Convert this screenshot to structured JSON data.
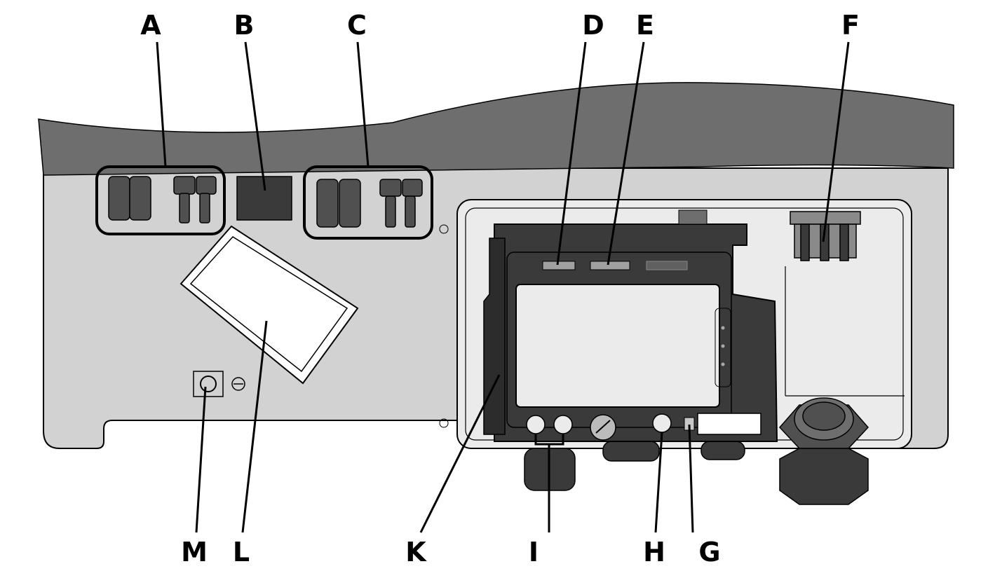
{
  "labels": {
    "a": "A",
    "b": "B",
    "c": "C",
    "d": "D",
    "e": "E",
    "f": "F",
    "g": "G",
    "h": "H",
    "i": "I",
    "k": "K",
    "l": "L",
    "m": "M"
  },
  "colors": {
    "housing_top": "#6e6e6e",
    "housing_body": "#d2d2d2",
    "panel": "#ebebeb",
    "module": "#3a3a3a",
    "connector": "#505050",
    "outline": "#000000"
  }
}
